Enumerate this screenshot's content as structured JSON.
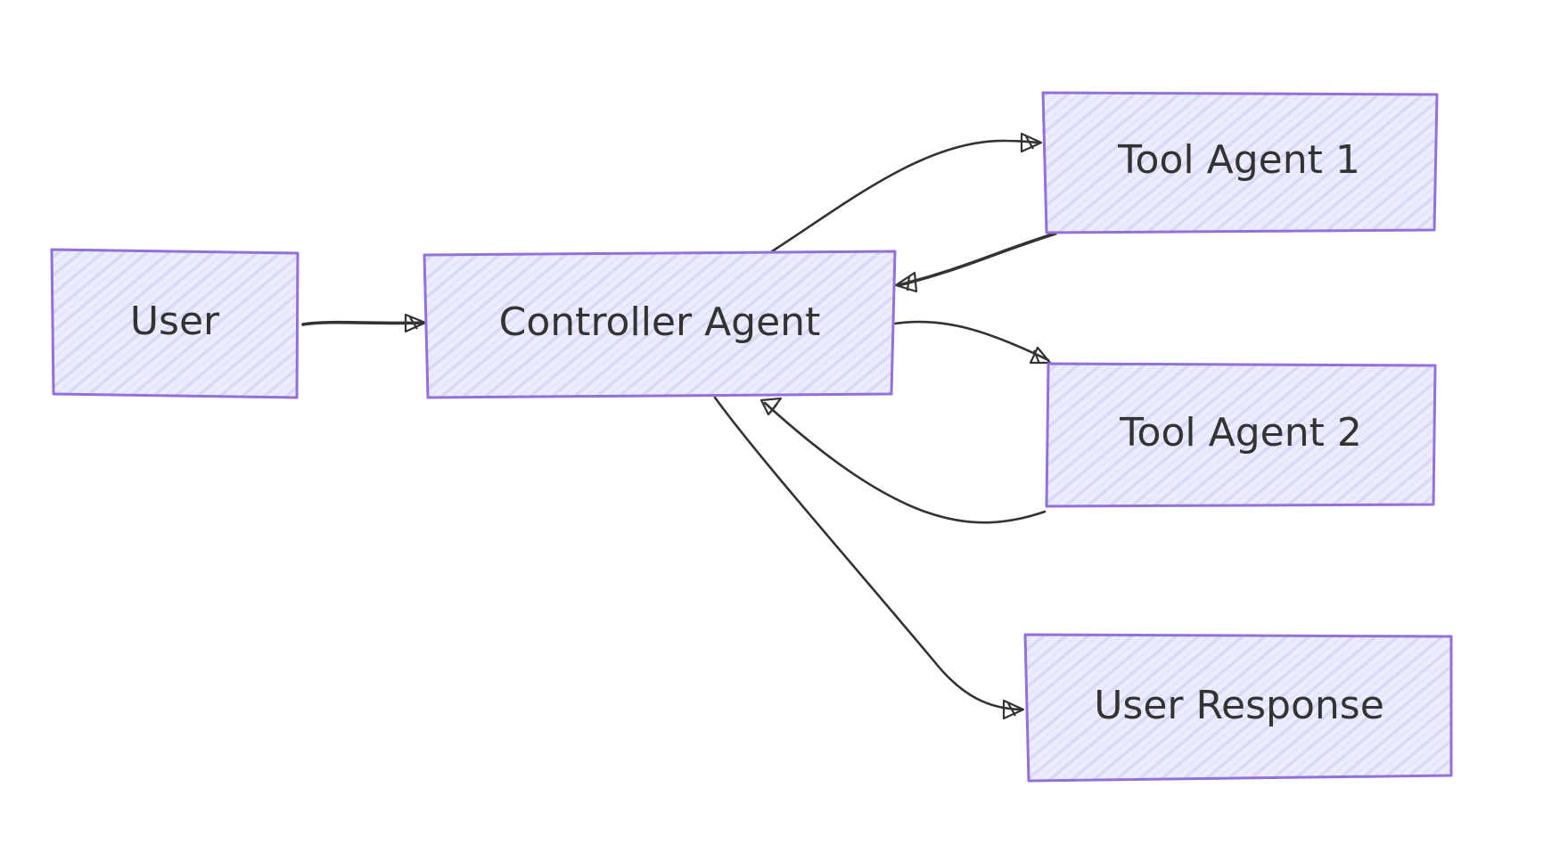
{
  "diagram": {
    "type": "flowchart",
    "style": "hand-drawn",
    "colors": {
      "node_fill": "#ECECFF",
      "node_stroke": "#9370DB",
      "edge": "#333333",
      "text": "#333333",
      "background": "#FFFFFF"
    },
    "nodes": [
      {
        "id": "user",
        "label": "User"
      },
      {
        "id": "controller",
        "label": "Controller Agent"
      },
      {
        "id": "tool1",
        "label": "Tool Agent 1"
      },
      {
        "id": "tool2",
        "label": "Tool Agent 2"
      },
      {
        "id": "response",
        "label": "User Response"
      }
    ],
    "edges": [
      {
        "from": "user",
        "to": "controller"
      },
      {
        "from": "controller",
        "to": "tool1"
      },
      {
        "from": "tool1",
        "to": "controller"
      },
      {
        "from": "controller",
        "to": "tool2"
      },
      {
        "from": "tool2",
        "to": "controller"
      },
      {
        "from": "controller",
        "to": "response"
      }
    ]
  }
}
